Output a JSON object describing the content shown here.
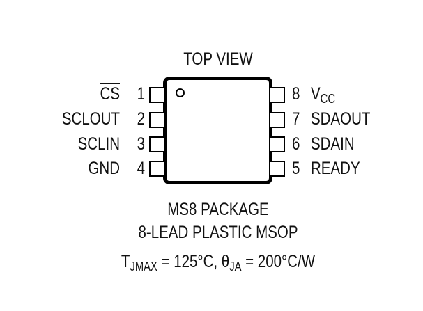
{
  "header": {
    "title": "TOP VIEW"
  },
  "pins_left": [
    {
      "num": "1",
      "name": "CS",
      "overbar": true
    },
    {
      "num": "2",
      "name": "SCLOUT"
    },
    {
      "num": "3",
      "name": "SCLIN"
    },
    {
      "num": "4",
      "name": "GND"
    }
  ],
  "pins_right": [
    {
      "num": "8",
      "name": "V",
      "sub": "CC"
    },
    {
      "num": "7",
      "name": "SDAOUT"
    },
    {
      "num": "6",
      "name": "SDAIN"
    },
    {
      "num": "5",
      "name": "READY"
    }
  ],
  "package": {
    "line1": "MS8 PACKAGE",
    "line2": "8-LEAD PLASTIC MSOP"
  },
  "thermal": {
    "t_main": "T",
    "t_sub": "JMAX",
    "t_value": " = 125°C, ",
    "theta_main": "θ",
    "theta_sub": "JA",
    "theta_value": " = 200°C/W"
  }
}
